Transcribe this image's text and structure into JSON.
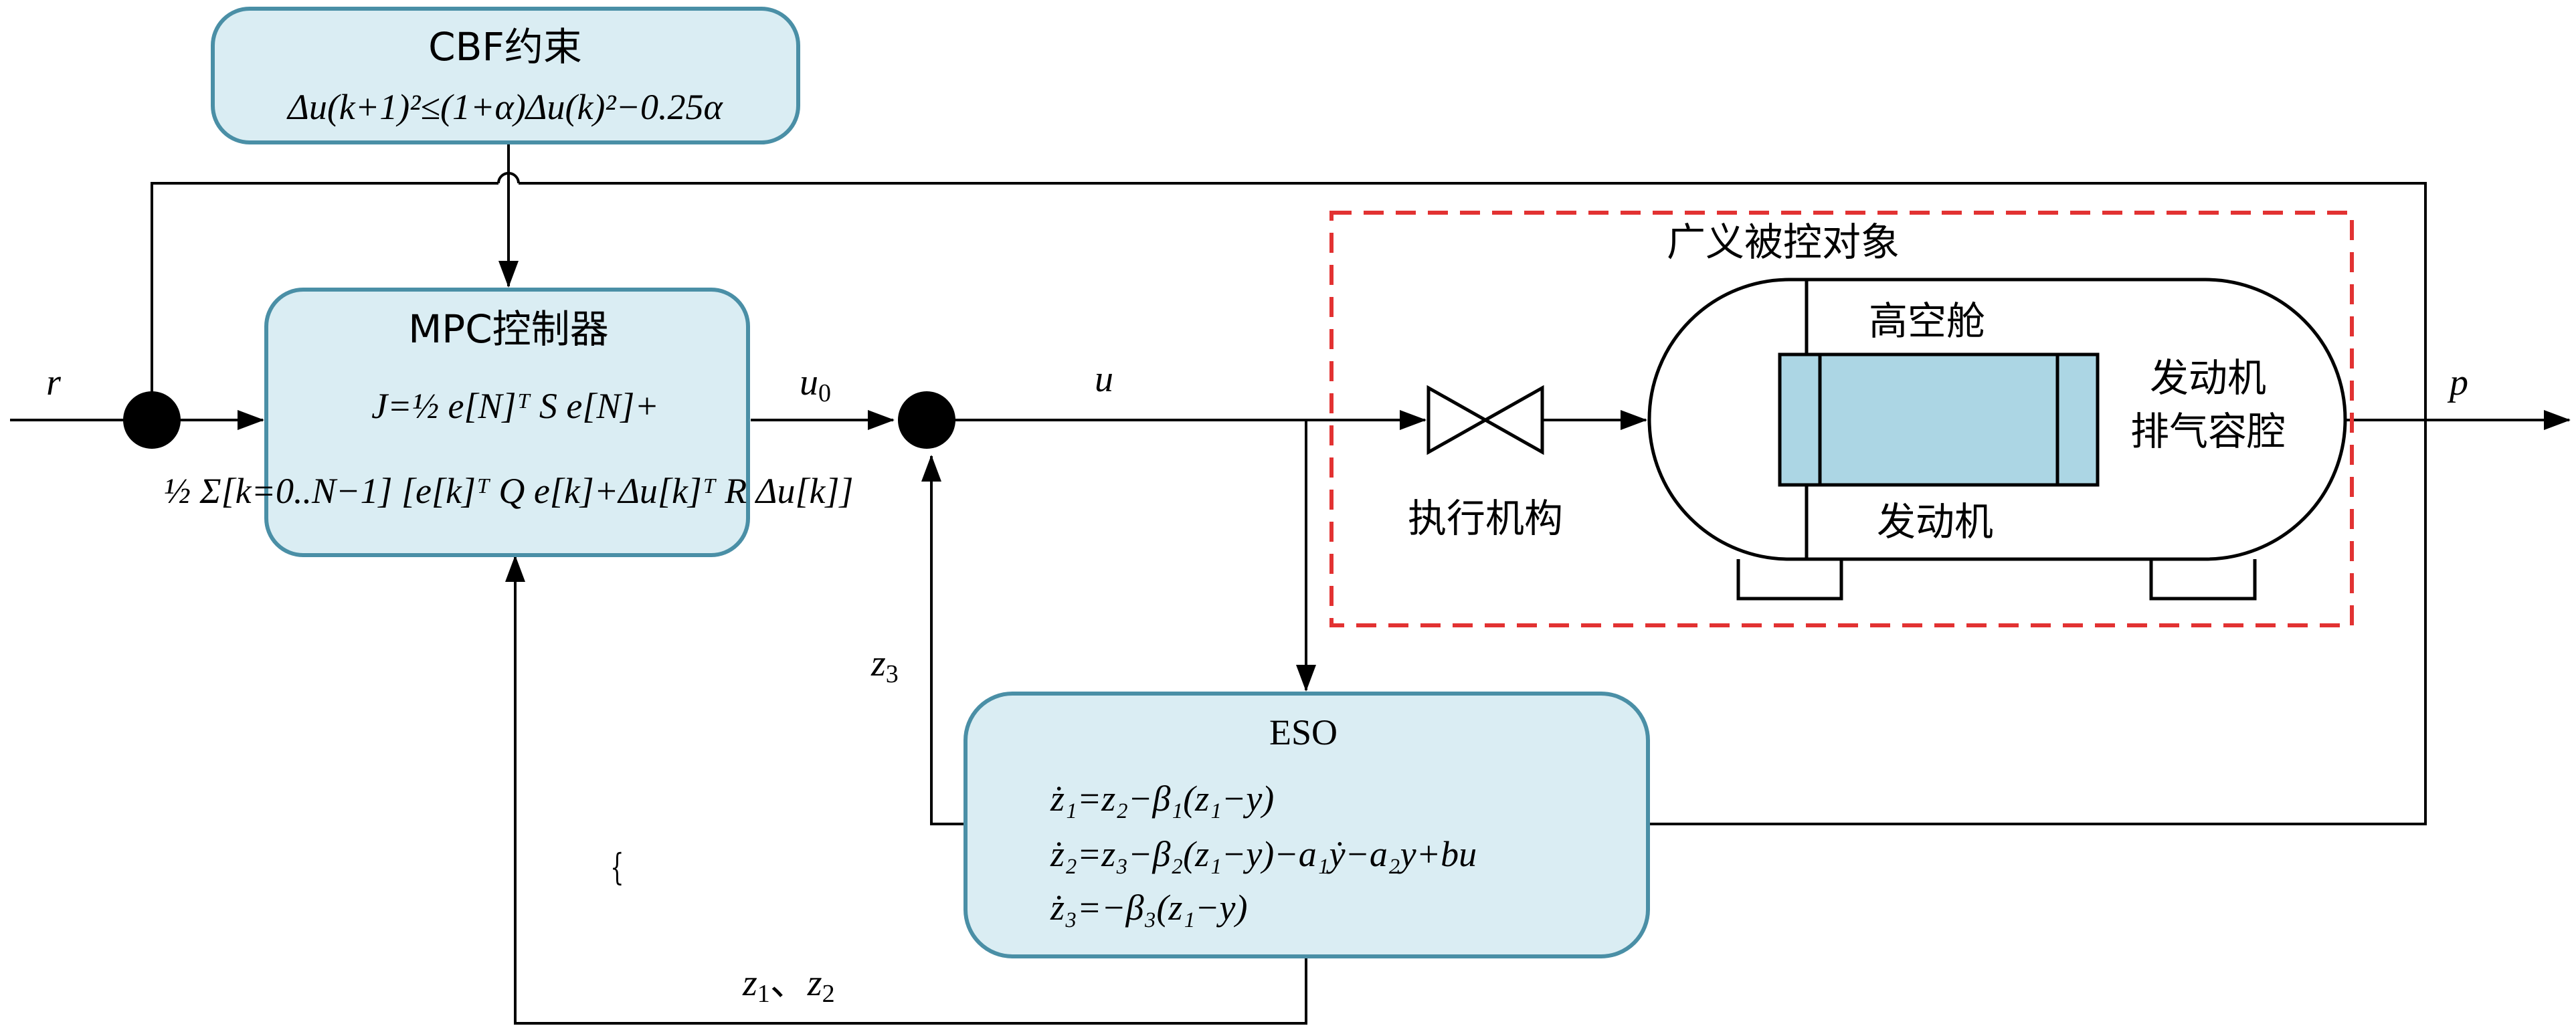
{
  "cbf": {
    "title": "CBF约束",
    "constraint": "Δu(k+1)²≤(1+α)Δu(k)²−0.25α"
  },
  "mpc": {
    "title": "MPC控制器",
    "cost_line1": "J=½ e[N]ᵀ S e[N]+",
    "cost_line2": "½ Σ[k=0..N−1] [e[k]ᵀ Q e[k]+Δu[k]ᵀ R Δu[k]]"
  },
  "eso": {
    "title": "ESO",
    "eq1": "ż₁=z₂−β₁(z₁−y)",
    "eq2": "ż₂=z₃−β₂(z₁−y)−a₁ẏ−a₂y+bu",
    "eq3": "ż₃=−β₃(z₁−y)"
  },
  "plant": {
    "title": "广义被控对象",
    "chamber": "高空舱",
    "engine": "发动机",
    "exhaust_line1": "发动机",
    "exhaust_line2": "排气容腔",
    "actuator": "执行机构"
  },
  "signals": {
    "r": "r",
    "u0": "u",
    "u0_sub": "0",
    "u": "u",
    "p": "p",
    "z3": "z",
    "z3_sub": "3",
    "z12_a": "z",
    "z12_a_sub": "1",
    "z12_sep": "、",
    "z12_b": "z",
    "z12_b_sub": "2"
  },
  "colors": {
    "box_fill": "#daedf3",
    "box_border": "#4a8fa6",
    "engine_fill": "#acd6e4",
    "dashed_border": "#e23232"
  }
}
